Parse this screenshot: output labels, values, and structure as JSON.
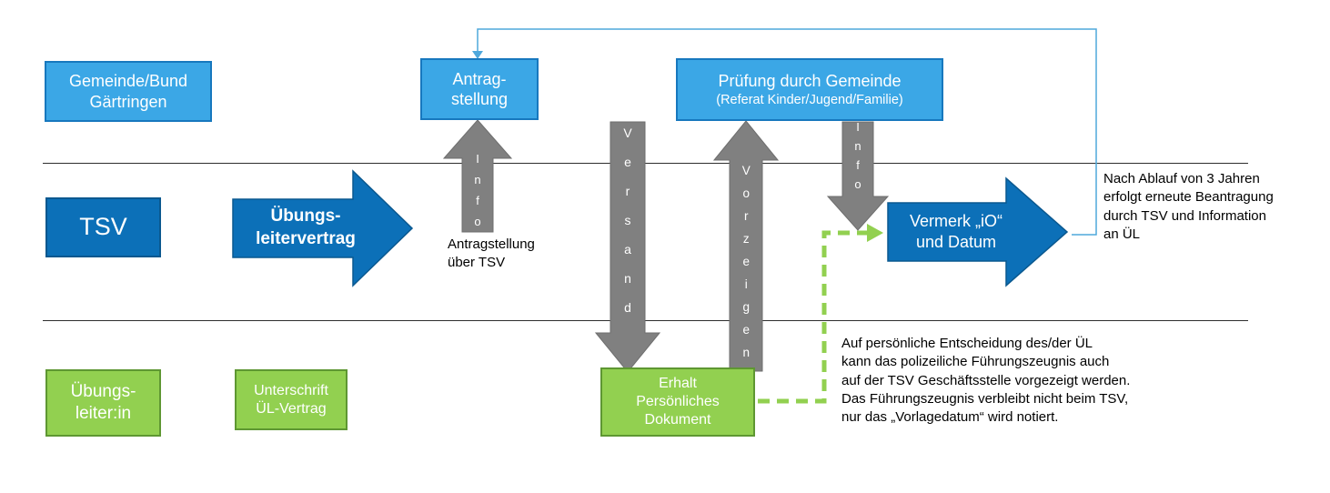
{
  "boxes": {
    "gemeinde": {
      "label": "Gemeinde/Bund\nGärtringen"
    },
    "antragstellung": {
      "label": "Antrag-\nstellung"
    },
    "pruefung": {
      "title": "Prüfung durch Gemeinde",
      "subtitle": "(Referat Kinder/Jugend/Familie)"
    },
    "tsv": {
      "label": "TSV"
    },
    "uebungsleiterin": {
      "label": "Übungs-\nleiter:in"
    },
    "unterschrift": {
      "label": "Unterschrift\nÜL-Vertrag"
    },
    "erhalt": {
      "label": "Erhalt\nPersönliches\nDokument"
    }
  },
  "arrows": {
    "uebungsleitervertrag": {
      "label": "Übungs-\nleitervertrag"
    },
    "info_antrag": {
      "label": "Info"
    },
    "versand": {
      "label": "Versand"
    },
    "vorzeigen": {
      "label": "Vorzeigen"
    },
    "info_vermerk": {
      "label": "Info"
    },
    "vermerk": {
      "label": "Vermerk „iO“\nund Datum"
    }
  },
  "annotations": {
    "antragstellung_ueber_tsv": "Antragstellung\nüber TSV",
    "nach_ablauf": "Nach Ablauf von 3 Jahren\nerfolgt erneute Beantragung\ndurch TSV und Information\nan ÜL",
    "persoenliche_entscheidung": "Auf persönliche Entscheidung des/der ÜL\nkann das polizeiliche Führungszeugnis auch\nauf der TSV Geschäftsstelle vorgezeigt werden.\nDas Führungszeugnis verbleibt nicht beim TSV,\nnur das „Vorlagedatum“ wird notiert."
  },
  "colors": {
    "light_blue": "#3BA7E6",
    "light_blue_border": "#1778BE",
    "dark_blue": "#0C70B8",
    "dark_blue_border": "#0A588F",
    "green": "#92D050",
    "green_border": "#5E9732",
    "gray": "#808080",
    "gray_border": "#6E6E6E",
    "connector_blue": "#4FA8DC",
    "lane_line": "#2E2E2E"
  }
}
